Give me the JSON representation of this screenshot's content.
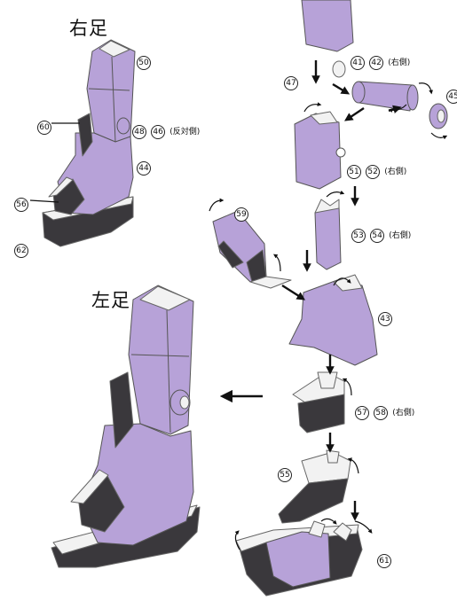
{
  "titles": {
    "right_foot": "右足",
    "left_foot": "左足"
  },
  "labels": [
    {
      "num": "50"
    },
    {
      "num": "60"
    },
    {
      "num": "48",
      "num2": "46",
      "side": "(反対側)"
    },
    {
      "num": "44"
    },
    {
      "num": "56"
    },
    {
      "num": "62"
    },
    {
      "num": "47"
    },
    {
      "num": "41",
      "num2": "42",
      "side": "(右側)"
    },
    {
      "num": "45"
    },
    {
      "num": "51",
      "num2": "52",
      "side": "(右側)"
    },
    {
      "num": "59"
    },
    {
      "num": "53",
      "num2": "54",
      "side": "(右側)"
    },
    {
      "num": "43"
    },
    {
      "num": "57",
      "num2": "58",
      "side": "(右側)"
    },
    {
      "num": "55"
    },
    {
      "num": "61"
    }
  ],
  "colors": {
    "part_light": "#b7a2d8",
    "part_dark": "#3a383c",
    "part_white": "#f2f2f2"
  }
}
